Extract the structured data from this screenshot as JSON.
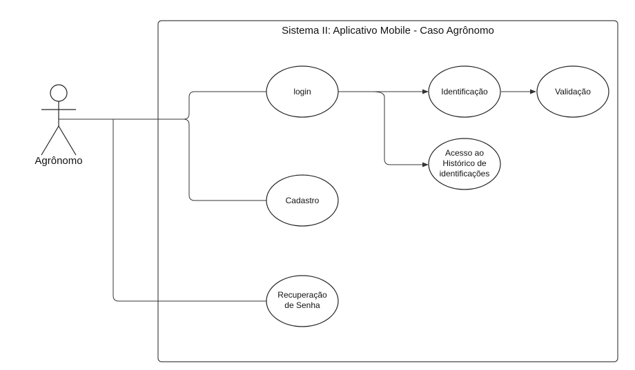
{
  "system": {
    "title": "Sistema II: Aplicativo Mobile - Caso Agrônomo"
  },
  "actor": {
    "name": "Agrônomo"
  },
  "use_cases": {
    "login": "login",
    "identificacao": "Identificação",
    "validacao": "Validação",
    "historico": [
      "Acesso ao",
      "Histórico de",
      "identificações"
    ],
    "cadastro": "Cadastro",
    "recuperacao": [
      "Recuperação",
      "de Senha"
    ]
  }
}
